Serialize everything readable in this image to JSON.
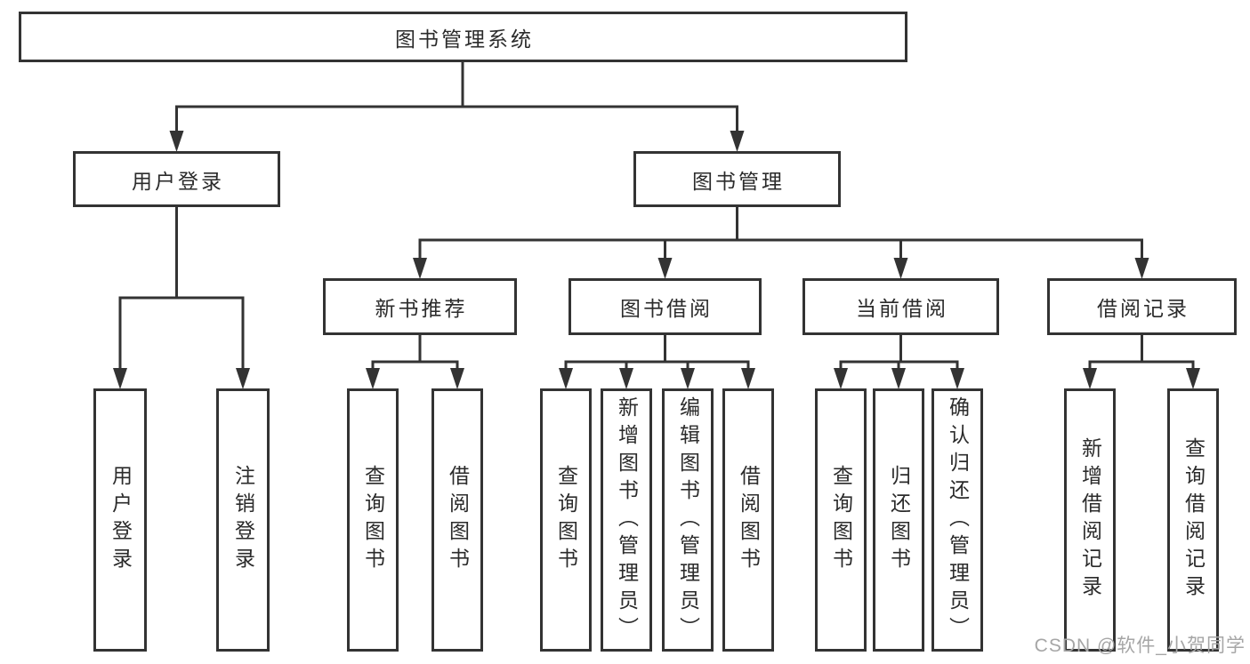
{
  "diagram_title": "图书管理系统",
  "tree": {
    "id": "library-system",
    "label": "图书管理系统",
    "children": [
      {
        "id": "user-login",
        "label": "用户登录",
        "children": [
          {
            "id": "user-login-leaf",
            "label": "用户登录"
          },
          {
            "id": "logout",
            "label": "注销登录"
          }
        ]
      },
      {
        "id": "book-management",
        "label": "图书管理",
        "children": [
          {
            "id": "new-book-recommend",
            "label": "新书推荐",
            "children": [
              {
                "id": "query-books-1",
                "label": "查询图书"
              },
              {
                "id": "borrow-books-1",
                "label": "借阅图书"
              }
            ]
          },
          {
            "id": "book-borrowing",
            "label": "图书借阅",
            "children": [
              {
                "id": "query-books-2",
                "label": "查询图书"
              },
              {
                "id": "add-book",
                "label": "新增图书（管理员）"
              },
              {
                "id": "edit-book",
                "label": "编辑图书（管理员）"
              },
              {
                "id": "borrow-books-2",
                "label": "借阅图书"
              }
            ]
          },
          {
            "id": "current-borrowing",
            "label": "当前借阅",
            "children": [
              {
                "id": "query-books-3",
                "label": "查询图书"
              },
              {
                "id": "return-book",
                "label": "归还图书"
              },
              {
                "id": "confirm-return",
                "label": "确认归还（管理员）"
              }
            ]
          },
          {
            "id": "borrow-records",
            "label": "借阅记录",
            "children": [
              {
                "id": "add-borrow-record",
                "label": "新增借阅记录"
              },
              {
                "id": "query-borrow-record",
                "label": "查询借阅记录"
              }
            ]
          }
        ]
      }
    ]
  },
  "watermark": "CSDN @软件_小贺同学",
  "colors": {
    "line": "#333333",
    "text": "#2b2b2b",
    "watermark": "#a6a6a6",
    "background": "#ffffff"
  }
}
